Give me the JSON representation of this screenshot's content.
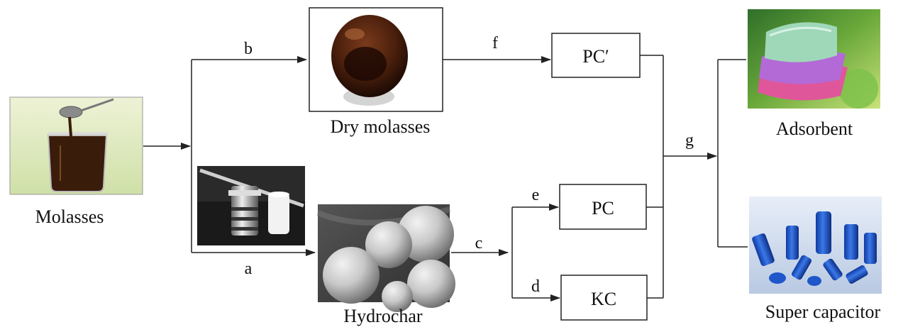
{
  "nodes": {
    "molasses": {
      "label": "Molasses",
      "picture": "beaker-of-molasses-with-spoon"
    },
    "dry_molasses": {
      "label": "Dry molasses",
      "picture": "dried-molasses-lump"
    },
    "hydrochar": {
      "label": "Hydrochar",
      "picture": "sem-micrograph-of-carbon-spheres"
    },
    "autoclave": {
      "picture": "hydrothermal-autoclave-reactor"
    },
    "pc_prime": {
      "label": "PC′"
    },
    "pc": {
      "label": "PC"
    },
    "kc": {
      "label": "KC"
    },
    "adsorbent": {
      "label": "Adsorbent",
      "picture": "stacked-adsorbent-pillows"
    },
    "supercapacitor": {
      "label": "Super capacitor",
      "picture": "blue-capacitor-cans"
    }
  },
  "edges": {
    "a": "a",
    "b": "b",
    "c": "c",
    "d": "d",
    "e": "e",
    "f": "f",
    "g": "g"
  },
  "colors": {
    "line": "#222222",
    "molasses_dark": "#3a1c0a",
    "capacitor_blue": "#1f56c9",
    "pillow_green": "#9fd8b8",
    "pillow_purple": "#b36ad6",
    "pillow_pink": "#e0569a",
    "sem_gray": "#8e8e8e"
  }
}
